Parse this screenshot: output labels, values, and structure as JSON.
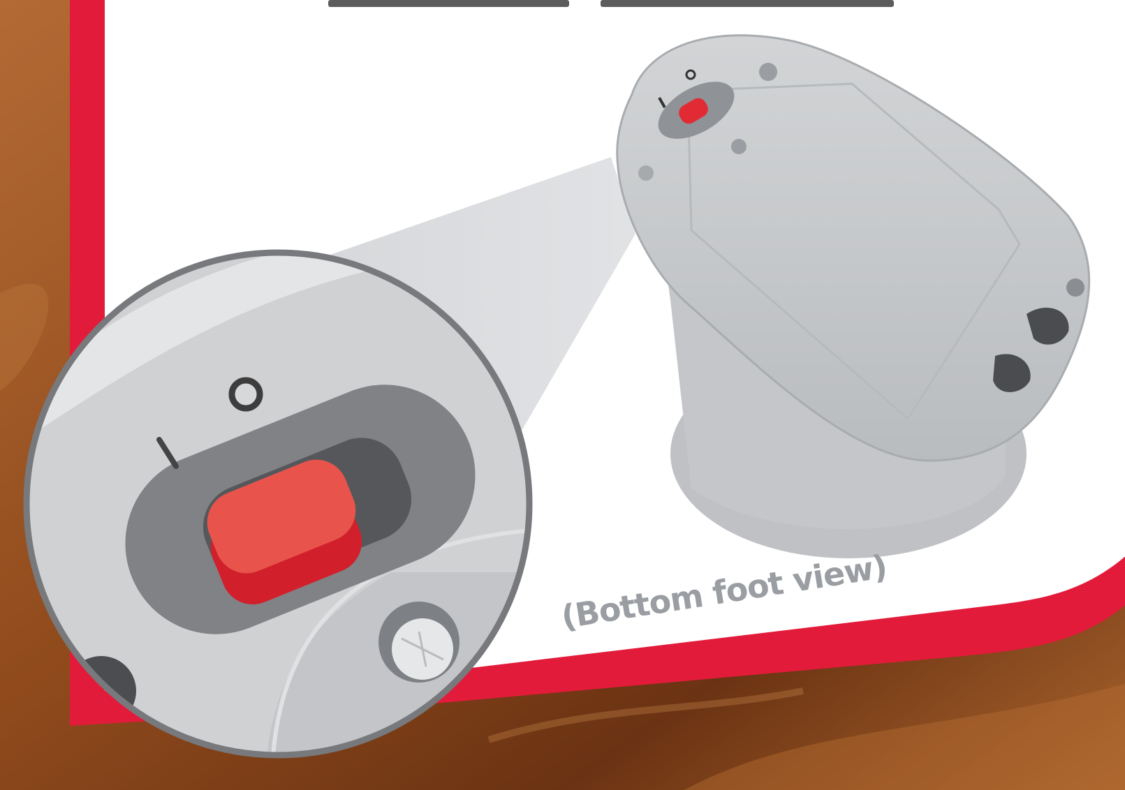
{
  "caption": "(Bottom foot view)",
  "switch": {
    "on_symbol": "I",
    "off_symbol": "O",
    "position": "I",
    "button_color": "#e12a33"
  },
  "colors": {
    "wood": "#8a4a1e",
    "frame_red": "#e31b3a",
    "panel": "#ffffff",
    "device_gray": "#c9cbcd",
    "caption_gray": "#9a9ea3"
  },
  "icons": [
    "power-switch-icon",
    "screw-icon",
    "rubber-foot-icon",
    "magnifier-callout-icon"
  ]
}
